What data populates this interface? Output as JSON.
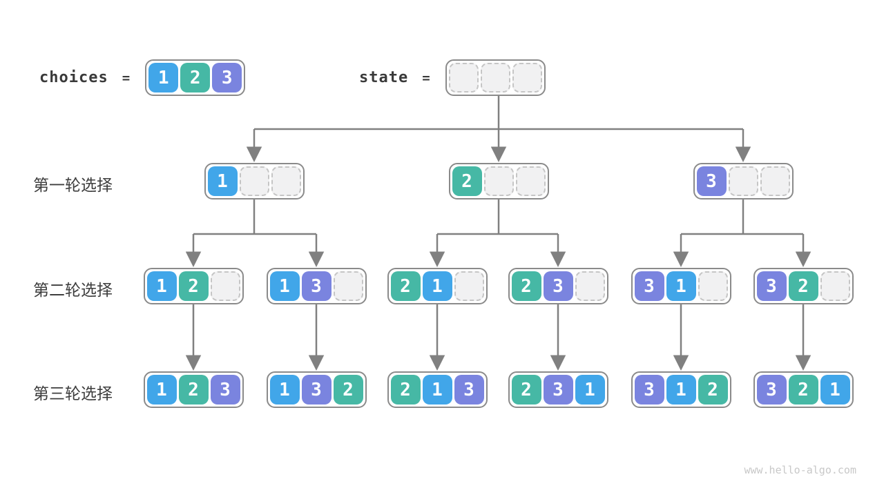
{
  "legend": {
    "choices_label": "choices",
    "choices_equals": "=",
    "choices_cells": [
      "1",
      "2",
      "3"
    ],
    "state_label": "state",
    "state_equals": "=",
    "state_cells": [
      "",
      "",
      ""
    ]
  },
  "row_labels": [
    "第一轮选择",
    "第二轮选择",
    "第三轮选择"
  ],
  "tree": {
    "level1": [
      [
        "1",
        "",
        ""
      ],
      [
        "2",
        "",
        ""
      ],
      [
        "3",
        "",
        ""
      ]
    ],
    "level2": [
      [
        "1",
        "2",
        ""
      ],
      [
        "1",
        "3",
        ""
      ],
      [
        "2",
        "1",
        ""
      ],
      [
        "2",
        "3",
        ""
      ],
      [
        "3",
        "1",
        ""
      ],
      [
        "3",
        "2",
        ""
      ]
    ],
    "level3": [
      [
        "1",
        "2",
        "3"
      ],
      [
        "1",
        "3",
        "2"
      ],
      [
        "2",
        "1",
        "3"
      ],
      [
        "2",
        "3",
        "1"
      ],
      [
        "3",
        "1",
        "2"
      ],
      [
        "3",
        "2",
        "1"
      ]
    ]
  },
  "colors": {
    "background": "#ffffff",
    "cell_1": "#41a6e9",
    "cell_2": "#46b8a5",
    "cell_3": "#7a84df",
    "empty_cell_fill": "#f1f1f2",
    "empty_cell_border": "#c5c5c5",
    "box_border": "#8a8a8a",
    "arrow": "#808080",
    "label_text": "#3d3d3d",
    "code_text": "#3a3a3a",
    "watermark": "#c8c8c8"
  },
  "footer": {
    "watermark": "www.hello-algo.com"
  }
}
